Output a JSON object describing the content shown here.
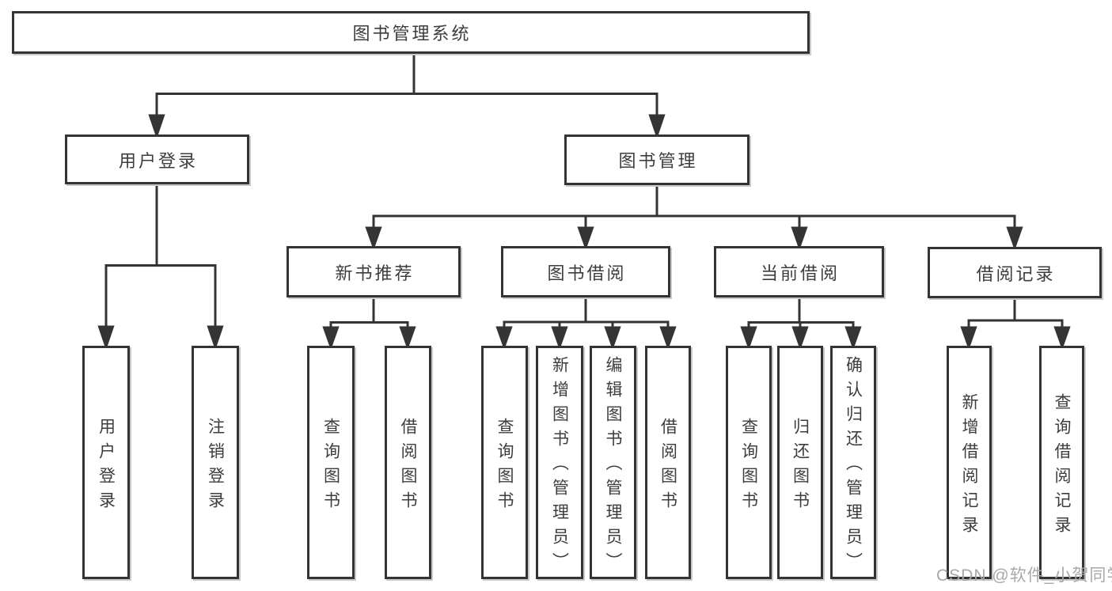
{
  "diagram": {
    "root": {
      "label": "图书管理系统"
    },
    "branches": [
      {
        "label": "用户登录",
        "leaves": [
          {
            "label": "用户登录"
          },
          {
            "label": "注销登录"
          }
        ]
      },
      {
        "label": "图书管理",
        "groups": [
          {
            "label": "新书推荐",
            "leaves": [
              {
                "label": "查询图书"
              },
              {
                "label": "借阅图书"
              }
            ]
          },
          {
            "label": "图书借阅",
            "leaves": [
              {
                "label": "查询图书"
              },
              {
                "label": "新增图书（管理员）"
              },
              {
                "label": "编辑图书（管理员）"
              },
              {
                "label": "借阅图书"
              }
            ]
          },
          {
            "label": "当前借阅",
            "leaves": [
              {
                "label": "查询图书"
              },
              {
                "label": "归还图书"
              },
              {
                "label": "确认归还（管理员）"
              }
            ]
          },
          {
            "label": "借阅记录",
            "leaves": [
              {
                "label": "新增借阅记录"
              },
              {
                "label": "查询借阅记录"
              }
            ]
          }
        ]
      }
    ]
  },
  "watermark": "CSDN @软件_小贺同学",
  "colors": {
    "line": "#343434",
    "text": "#3d3d3d",
    "background": "#ffffff",
    "watermark": "#a8a8a8"
  }
}
